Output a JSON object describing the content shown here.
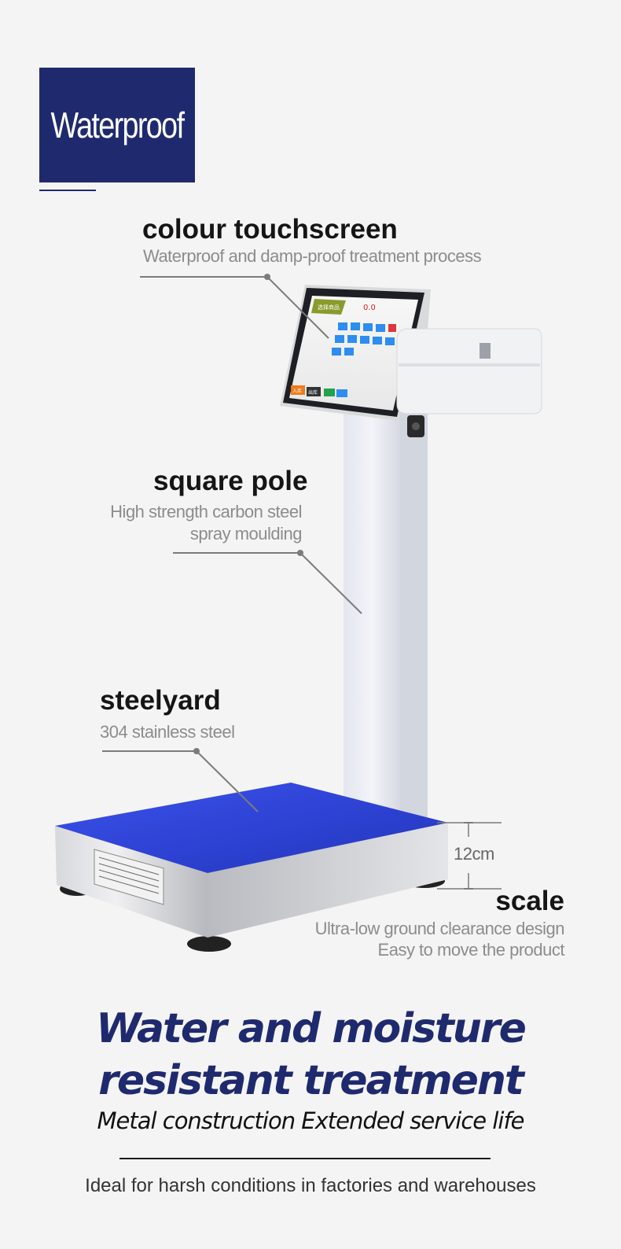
{
  "badge": {
    "text": "Waterproof"
  },
  "features": {
    "touchscreen": {
      "title": "colour touchscreen",
      "desc": "Waterproof and damp-proof treatment process"
    },
    "pole": {
      "title": "square pole",
      "desc_line1": "High strength carbon steel",
      "desc_line2": "spray moulding"
    },
    "steelyard": {
      "title": "steelyard",
      "desc": "304 stainless steel"
    },
    "scale": {
      "title": "scale",
      "desc_line1": "Ultra-low ground clearance design",
      "desc_line2": "Easy to move the product",
      "height_label": "12cm"
    }
  },
  "screen": {
    "header_text": "选择商品",
    "weight_value": "0.0",
    "buttons": [
      "入库",
      "出库"
    ]
  },
  "headline": {
    "line1": "Water and moisture",
    "line2": "resistant treatment",
    "subtitle": "Metal construction Extended service life"
  },
  "footer": {
    "text": "Ideal for harsh conditions in factories and warehouses"
  },
  "colors": {
    "brand_navy": "#1f2a6e",
    "platform_blue": "#2f44d8",
    "steel": "#c9cbcf"
  }
}
